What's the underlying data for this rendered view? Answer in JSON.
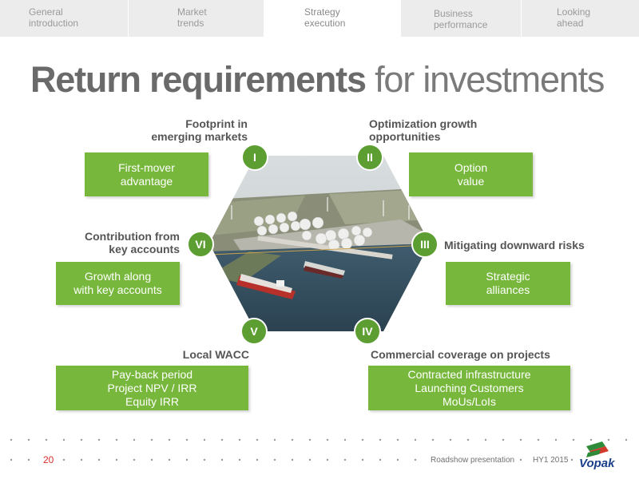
{
  "nav": {
    "tabs": [
      {
        "label": "General\nintroduction",
        "active": false
      },
      {
        "label": "Market\ntrends",
        "active": false
      },
      {
        "label": "Strategy\nexecution",
        "active": true
      },
      {
        "label": "Business\nperformance",
        "active": false
      },
      {
        "label": "Looking\nahead",
        "active": false
      }
    ]
  },
  "title": {
    "bold": "Return requirements",
    "light": "for investments"
  },
  "items": [
    {
      "numeral": "I",
      "heading": "Footprint in\nemerging markets",
      "box": "First-mover\nadvantage"
    },
    {
      "numeral": "II",
      "heading": "Optimization growth\nopportunities",
      "box": "Option\nvalue"
    },
    {
      "numeral": "III",
      "heading": "Mitigating downward risks",
      "box": "Strategic\nalliances"
    },
    {
      "numeral": "IV",
      "heading": "Commercial coverage on projects",
      "box": "Contracted infrastructure\nLaunching Customers\nMoUs/LoIs"
    },
    {
      "numeral": "V",
      "heading": "Local WACC",
      "box": "Pay-back period\nProject NPV / IRR\nEquity IRR"
    },
    {
      "numeral": "VI",
      "heading": "Contribution from\nkey accounts",
      "box": "Growth along\nwith key accounts"
    }
  ],
  "footer": {
    "page_number": "20",
    "presentation": "Roadshow presentation",
    "period": "HY1 2015",
    "brand": "Vopak"
  },
  "colors": {
    "accent_green": "#77b83c",
    "badge_green": "#5c9e31",
    "page_red": "#e0302a"
  }
}
